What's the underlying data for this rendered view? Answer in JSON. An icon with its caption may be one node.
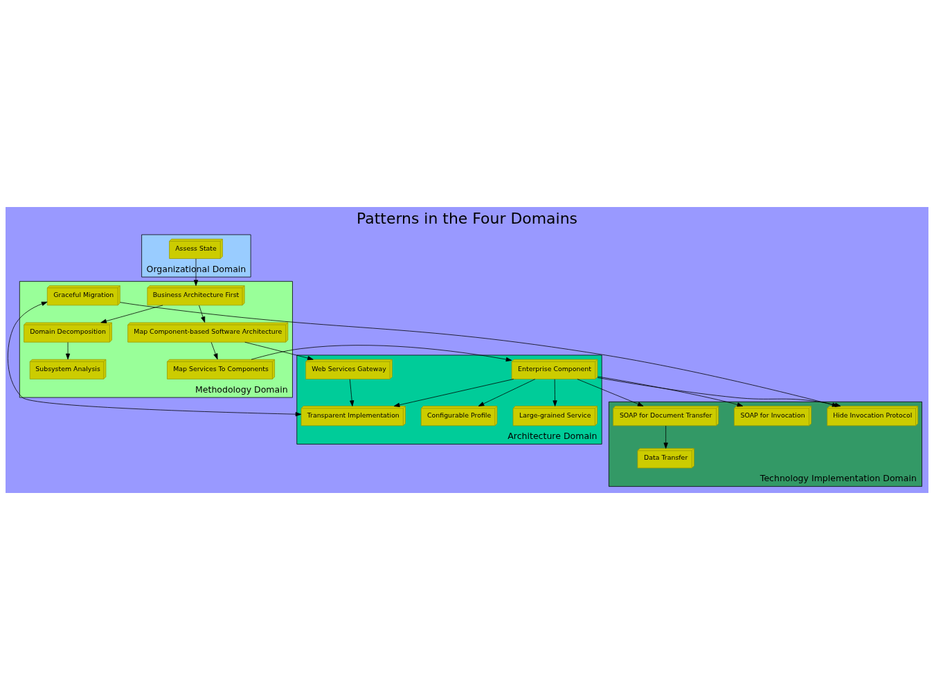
{
  "diagram": {
    "title": "Patterns in the Four Domains",
    "nodes": [
      {
        "text": [
          "Organizational Domain"
        ]
      },
      {
        "text": [
          "Assess State"
        ],
        "in": 0
      },
      {
        "text": [
          "Methodology Domain"
        ]
      },
      {
        "text": [
          "Business Architecture First"
        ],
        "in": 2
      },
      {
        "text": [
          "Domain Decomposition"
        ],
        "in": 2
      },
      {
        "text": [
          "Subsystem Analysis"
        ],
        "in": 2
      },
      {
        "text": [
          "Graceful Migration"
        ],
        "in": 2
      },
      {
        "text": [
          "Map Component-based Software Architecture"
        ],
        "in": 2
      },
      {
        "text": [
          "Map Services To Components"
        ],
        "in": 2
      },
      {
        "text": [
          "Architecture Domain"
        ]
      },
      {
        "text": [
          "Enterprise Component"
        ],
        "in": 9
      },
      {
        "text": [
          "Web Services Gateway"
        ],
        "in": 9
      },
      {
        "text": [
          "Configurable Profile"
        ],
        "in": 9
      },
      {
        "text": [
          "Transparent Implementation"
        ],
        "in": 9
      },
      {
        "text": [
          "Large-grained Service"
        ],
        "in": 9
      },
      {
        "text": [
          "Technology Implementation Domain"
        ]
      },
      {
        "text": [
          "Hide Invocation Protocol"
        ],
        "in": 15
      },
      {
        "text": [
          "SOAP for Invocation"
        ],
        "in": 15
      },
      {
        "text": [
          "SOAP for Document Transfer"
        ],
        "in": 15
      },
      {
        "text": [
          "Data Transfer"
        ],
        "in": 15
      }
    ],
    "edges": [
      {
        "from": 1,
        "to": 3,
        "arrow": "to"
      },
      {
        "from": 3,
        "to": 4,
        "arrow": "to"
      },
      {
        "from": 4,
        "to": 5,
        "arrow": "to"
      },
      {
        "from": 3,
        "to": 7,
        "arrow": "to"
      },
      {
        "from": 7,
        "to": 8,
        "arrow": "to"
      },
      {
        "from": 8,
        "to": 10,
        "arrow": "to"
      },
      {
        "from": 7,
        "to": 11,
        "arrow": "to"
      },
      {
        "from": 10,
        "to": 16,
        "arrow": "to"
      },
      {
        "from": 10,
        "to": 14,
        "arrow": "to"
      },
      {
        "from": 10,
        "to": 12,
        "arrow": "to"
      },
      {
        "from": 10,
        "to": 13,
        "arrow": "to"
      },
      {
        "from": 10,
        "to": 17,
        "arrow": "to"
      },
      {
        "from": 10,
        "to": 18,
        "arrow": "to"
      },
      {
        "from": 11,
        "to": 13,
        "arrow": "to"
      },
      {
        "from": 13,
        "to": 6,
        "arrow": "both"
      },
      {
        "from": 6,
        "to": 16,
        "arrow": "to"
      },
      {
        "from": 18,
        "to": 19,
        "arrow": "to"
      }
    ]
  }
}
